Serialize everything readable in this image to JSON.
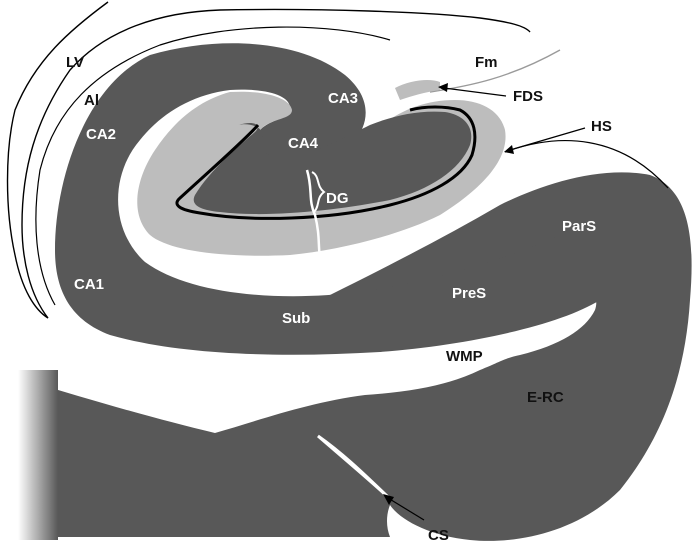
{
  "colors": {
    "tissue_dark": "#585858",
    "tissue_light": "#bdbdbd",
    "background": "#ffffff",
    "line": "#000000",
    "label_on_dark": "#ffffff",
    "label_on_light": "#111111"
  },
  "labels": {
    "lv": "LV",
    "al": "Al",
    "ca2": "CA2",
    "ca1": "CA1",
    "ca3": "CA3",
    "ca4": "CA4",
    "dg": "DG",
    "fm": "Fm",
    "fds": "FDS",
    "hs": "HS",
    "pars": "ParS",
    "pres": "PreS",
    "sub": "Sub",
    "wmp": "WMP",
    "erc": "E-RC",
    "cs": "CS"
  }
}
